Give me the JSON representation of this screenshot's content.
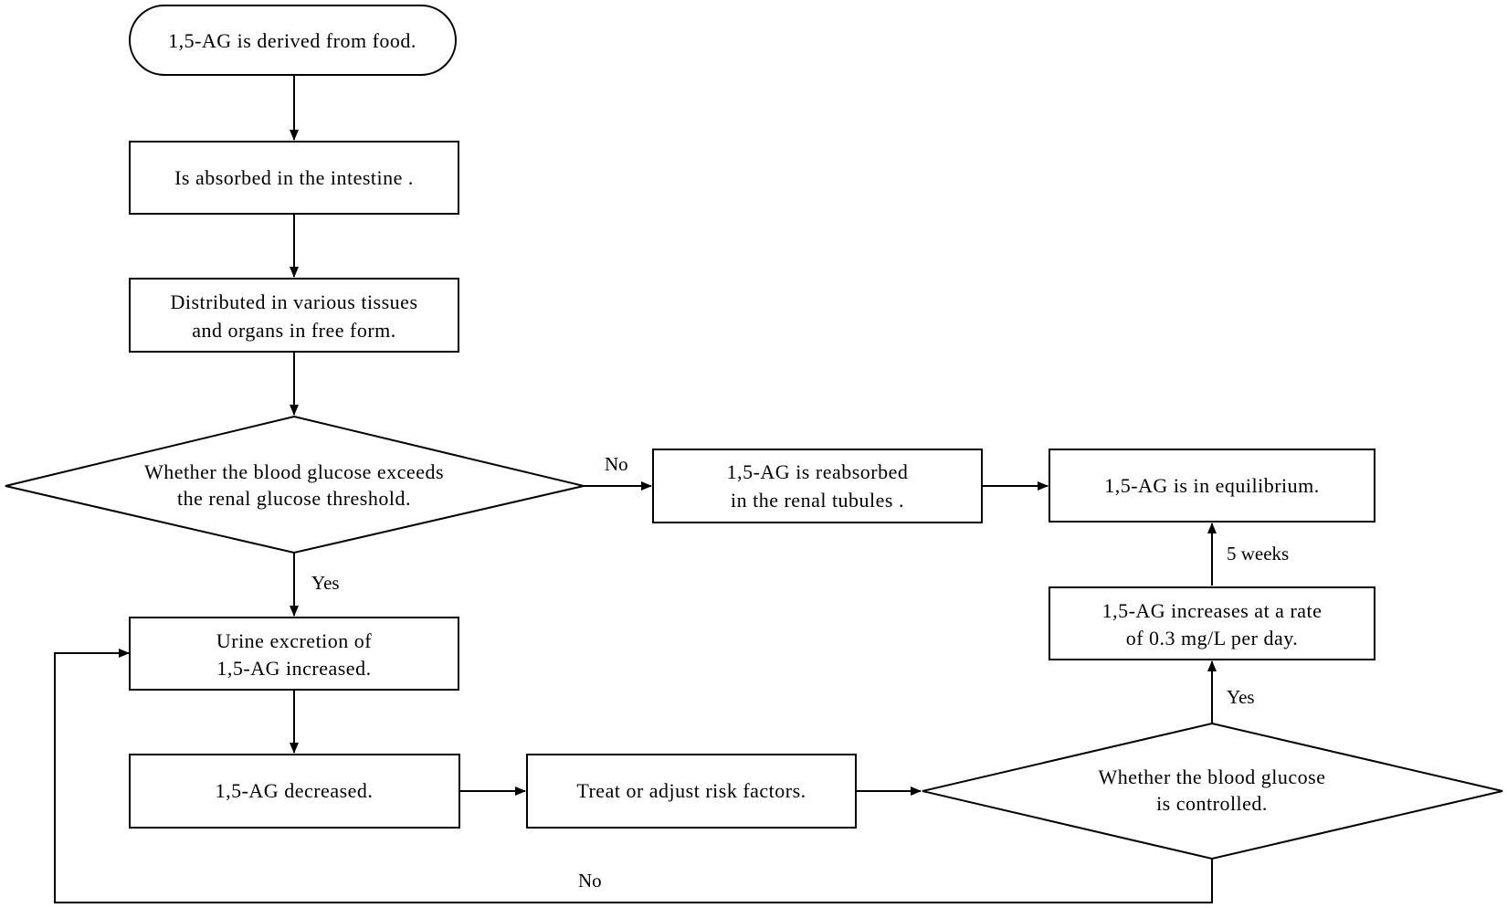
{
  "diagram": {
    "nodes": {
      "start": "1,5-AG is derived from food.",
      "absorbed": "Is absorbed in the intestine .",
      "distributed_line1": "Distributed in various tissues",
      "distributed_line2": "and organs in free form.",
      "decision_threshold_line1": "Whether the blood glucose exceeds",
      "decision_threshold_line2": "the renal glucose threshold.",
      "reabsorbed_line1": "1,5-AG is reabsorbed",
      "reabsorbed_line2": "in the renal tubules .",
      "equilibrium": "1,5-AG is in equilibrium.",
      "excretion_line1": "Urine excretion of",
      "excretion_line2": "1,5-AG increased.",
      "increases_line1": "1,5-AG increases at a rate",
      "increases_line2": "of 0.3 mg/L per day.",
      "decreased": "1,5-AG decreased.",
      "treat": "Treat or adjust risk factors.",
      "decision_controlled_line1": "Whether the blood glucose",
      "decision_controlled_line2": "is controlled."
    },
    "edge_labels": {
      "threshold_no": "No",
      "threshold_yes": "Yes",
      "weeks": "5 weeks",
      "controlled_yes": "Yes",
      "controlled_no": "No"
    }
  }
}
